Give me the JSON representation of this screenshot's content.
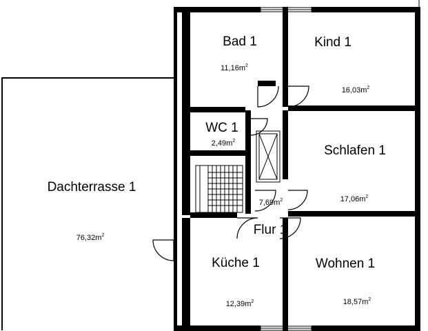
{
  "rooms": {
    "bad1": {
      "name": "Bad 1",
      "area": "11,16m",
      "unit_sup": "2"
    },
    "kind1": {
      "name": "Kind 1",
      "area": "16,03m",
      "unit_sup": "2"
    },
    "wc1": {
      "name": "WC 1",
      "area": "2,49m",
      "unit_sup": "2"
    },
    "schlafen1": {
      "name": "Schlafen 1",
      "area": "17,06m",
      "unit_sup": "2"
    },
    "flur1": {
      "name": "Flur 1",
      "area": "7,69m",
      "unit_sup": "2"
    },
    "kueche1": {
      "name": "Küche 1",
      "area": "12,39m",
      "unit_sup": "2"
    },
    "wohnen1": {
      "name": "Wohnen 1",
      "area": "18,57m",
      "unit_sup": "2"
    },
    "dachterrasse1": {
      "name": "Dachterrasse 1",
      "area": "76,32m",
      "unit_sup": "2"
    }
  },
  "colors": {
    "wall": "#000000",
    "background": "#ffffff",
    "stair_fill": "#ffffff"
  }
}
